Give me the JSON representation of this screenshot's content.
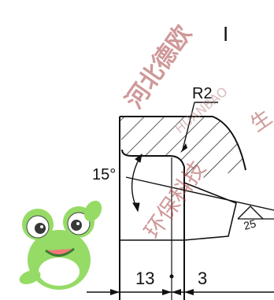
{
  "drawing": {
    "view_label": "I",
    "fillet_label": "R2",
    "angle_label": "15°",
    "roughness_value": "25",
    "dim_left": "13",
    "dim_right": "3"
  },
  "watermark": {
    "line1": "河北德欧",
    "line2": "环保科技",
    "line3": "HUANBAO",
    "fragment": "生"
  },
  "colors": {
    "line": "#111111",
    "watermark": "#c79a9a",
    "frog": "#7fd24a"
  }
}
